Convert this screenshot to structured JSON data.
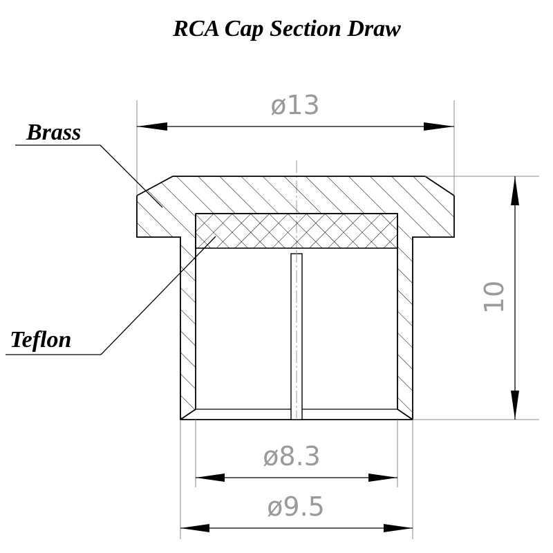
{
  "title": "RCA Cap Section Draw",
  "callouts": {
    "brass": "Brass",
    "teflon": "Teflon"
  },
  "dimensions": {
    "outer_diameter": "ø13",
    "inner_diameter": "ø8.3",
    "body_diameter": "ø9.5",
    "height": "10"
  },
  "colors": {
    "line": "#000000",
    "dimension_text": "#9a9a9a",
    "extension_line": "#8a8a8a"
  }
}
